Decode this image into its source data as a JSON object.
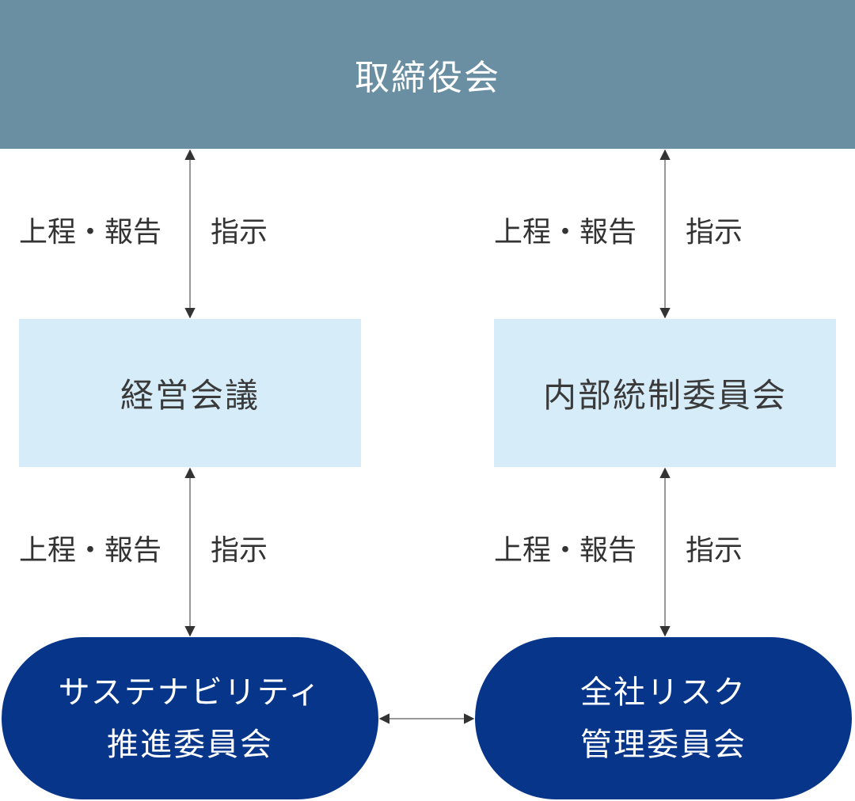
{
  "nodes": {
    "board": "取締役会",
    "management_meeting": "経営会議",
    "internal_control_committee": "内部統制委員会",
    "sustainability_committee": {
      "line1": "サステナビリティ",
      "line2": "推進委員会"
    },
    "risk_committee": {
      "line1": "全社リスク",
      "line2": "管理委員会"
    }
  },
  "edge_labels": {
    "report_up": "上程・報告",
    "instruct_down": "指示"
  },
  "colors": {
    "board_fill": "#6a8fa2",
    "middle_fill": "#d7ecf9",
    "bottom_fill": "#07358a",
    "arrow": "#555555"
  }
}
